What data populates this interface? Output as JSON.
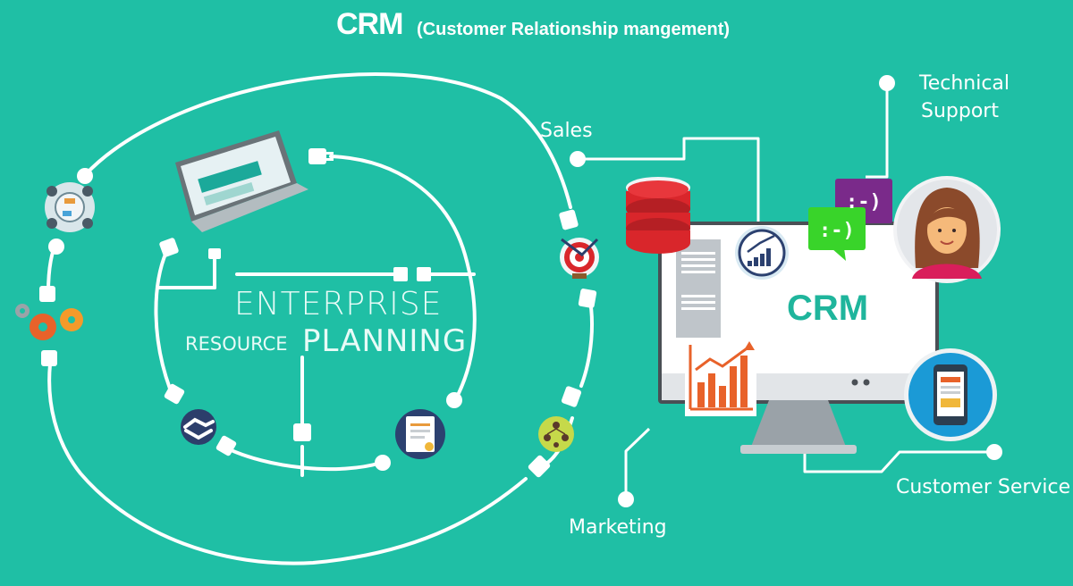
{
  "header": {
    "title": "CRM",
    "subtitle": "(Customer Relationship mangement)"
  },
  "erp": {
    "line1": "ENTERPRISE",
    "line2": "RESOURCE",
    "line3": "PLANNING"
  },
  "crm_labels": {
    "sales": "Sales",
    "technical": "Technical",
    "support": "Support",
    "customer_service": "Customer Service",
    "marketing": "Marketing",
    "screen_title": "CRM"
  },
  "chat": {
    "bubble1": ":-)",
    "bubble2": ":-)"
  },
  "colors": {
    "background": "#1fbfa5",
    "line": "#ffffff",
    "database_red": "#d9262b",
    "screen_text": "#1fb59c",
    "bubble_purple": "#7a2a8a",
    "bubble_green": "#39d42a"
  },
  "icons": [
    "team-meeting-icon",
    "gears-icon",
    "laptop-icon",
    "handshake-icon",
    "document-icon",
    "target-icon",
    "org-chart-icon",
    "database-icon",
    "growth-chart-icon",
    "bar-chart-icon",
    "chat-bubble-icon",
    "customer-avatar-icon",
    "smartphone-icon",
    "monitor-icon"
  ]
}
